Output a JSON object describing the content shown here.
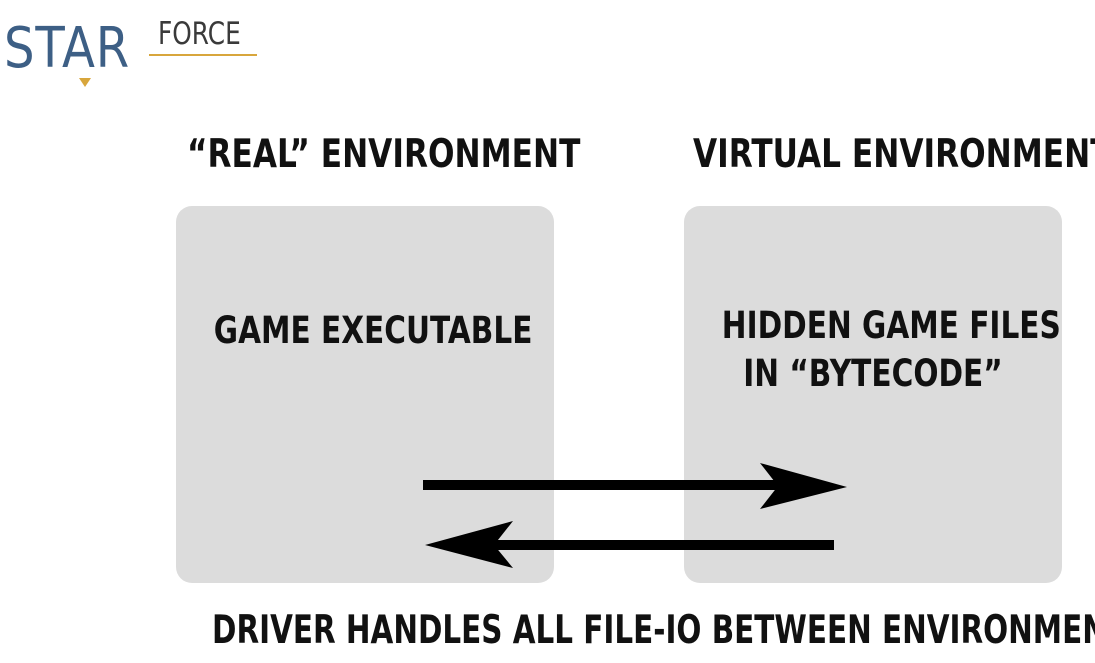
{
  "logo": {
    "star_text": "STAR",
    "force_text": "FORCE",
    "colors": {
      "star": "#3d5f85",
      "force": "#3a3a3a",
      "accent": "#d8a63c"
    }
  },
  "headings": {
    "real": "“REAL” ENVIRONMENT",
    "virtual": "VIRTUAL ENVIRONMENT"
  },
  "boxes": {
    "real": {
      "lines": [
        "GAME EXECUTABLE"
      ]
    },
    "virtual": {
      "lines": [
        "HIDDEN GAME FILES",
        "IN “BYTECODE”"
      ]
    },
    "fill_color": "#dcdcdc"
  },
  "arrows": [
    {
      "from": "real",
      "to": "virtual",
      "direction": "right"
    },
    {
      "from": "virtual",
      "to": "real",
      "direction": "left"
    }
  ],
  "caption": "DRIVER HANDLES ALL FILE-IO BETWEEN ENVIRONMENTS"
}
